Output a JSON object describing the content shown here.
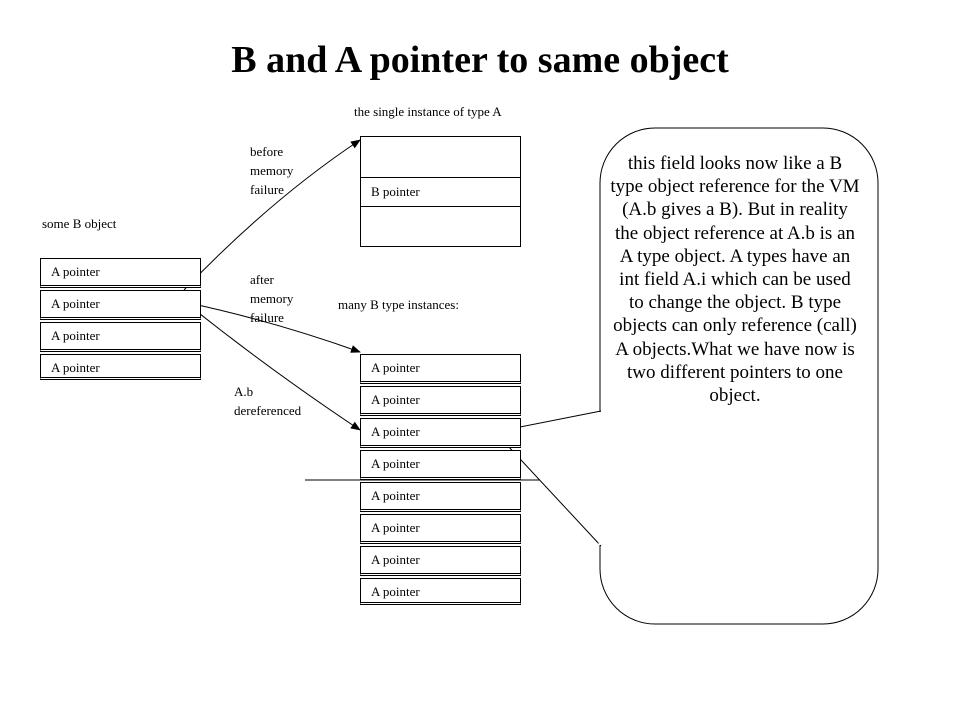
{
  "title": "B and A pointer to same object",
  "labels": {
    "single_instance": "the single instance of type A",
    "some_b_object": "some B object",
    "many_b_instances": "many B type instances:",
    "before_failure": [
      "before",
      "memory",
      "failure"
    ],
    "after_failure": [
      "after",
      "memory",
      "failure"
    ],
    "dereferenced": [
      "A.b",
      "dereferenced"
    ]
  },
  "type_a_instance": {
    "field_label": "B pointer"
  },
  "b_object_fields": [
    "A pointer",
    "A pointer",
    "A pointer",
    "A pointer"
  ],
  "b_instances_fields": [
    "A pointer",
    "A pointer",
    "A pointer",
    "A pointer",
    "A pointer",
    "A pointer",
    "A pointer",
    "A pointer"
  ],
  "callout_text": "this field looks now like a B type object reference for the VM (A.b gives a B). But in reality the object reference at A.b is an A type object. A types have an int field A.i which can be used to change the object. B type objects can only reference (call) A objects.What we have now is two different pointers to one object."
}
